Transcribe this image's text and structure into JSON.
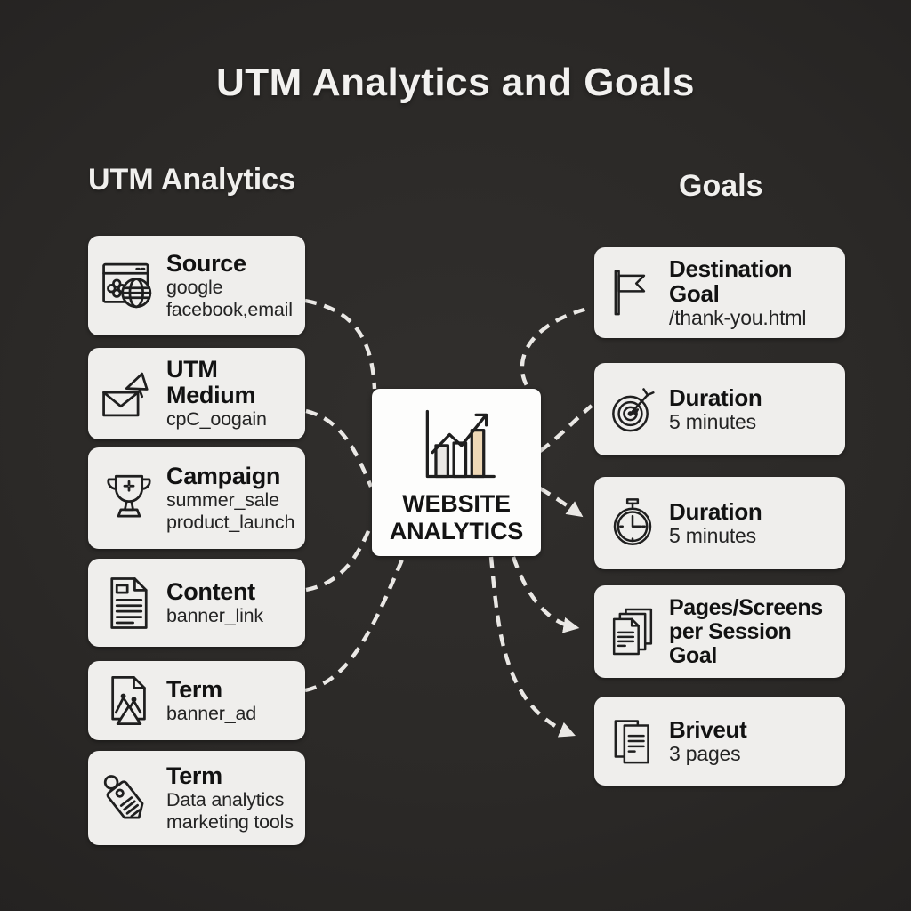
{
  "title": "UTM Analytics and Goals",
  "sections": {
    "left": "UTM Analytics",
    "right": "Goals"
  },
  "center": {
    "label_line1": "WEBSITE",
    "label_line2": "ANALYTICS",
    "icon": "bar-chart-trend-icon",
    "bar_accent_color": "#eed8b6"
  },
  "left_cards": [
    {
      "icon": "browser-globe-icon",
      "title": "Source",
      "lines": [
        "google",
        "facebook,email"
      ]
    },
    {
      "icon": "envelope-megaphone-icon",
      "title": "UTM Medium",
      "lines": [
        "cpC_oogain"
      ]
    },
    {
      "icon": "trophy-icon",
      "title": "Campaign",
      "lines": [
        "summer_sale",
        "product_launch"
      ]
    },
    {
      "icon": "document-icon",
      "title": "Content",
      "lines": [
        "banner_link"
      ]
    },
    {
      "icon": "image-document-icon",
      "title": "Term",
      "lines": [
        "banner_ad"
      ]
    },
    {
      "icon": "price-tag-icon",
      "title": "Term",
      "lines": [
        "Data analytics",
        "marketing tools"
      ]
    }
  ],
  "right_cards": [
    {
      "icon": "flag-icon",
      "title": "Destination Goal",
      "lines": [
        "/thank-you.html"
      ]
    },
    {
      "icon": "target-dart-icon",
      "title": "Duration",
      "lines": [
        "5 minutes"
      ]
    },
    {
      "icon": "stopwatch-icon",
      "title": "Duration",
      "lines": [
        "5 minutes"
      ]
    },
    {
      "icon": "stacked-pages-icon",
      "title": "Pages/Screens",
      "title2": "per Session Goal",
      "lines": []
    },
    {
      "icon": "pages-icon",
      "title": "Briveut",
      "lines": [
        "3 pages"
      ]
    }
  ],
  "colors": {
    "background": "#2b2927",
    "card_background": "#efeeec",
    "center_background": "#fdfdfc",
    "ink": "#1f1f1f",
    "connector": "#eae8e5",
    "bar_accent": "#eed8b6"
  }
}
